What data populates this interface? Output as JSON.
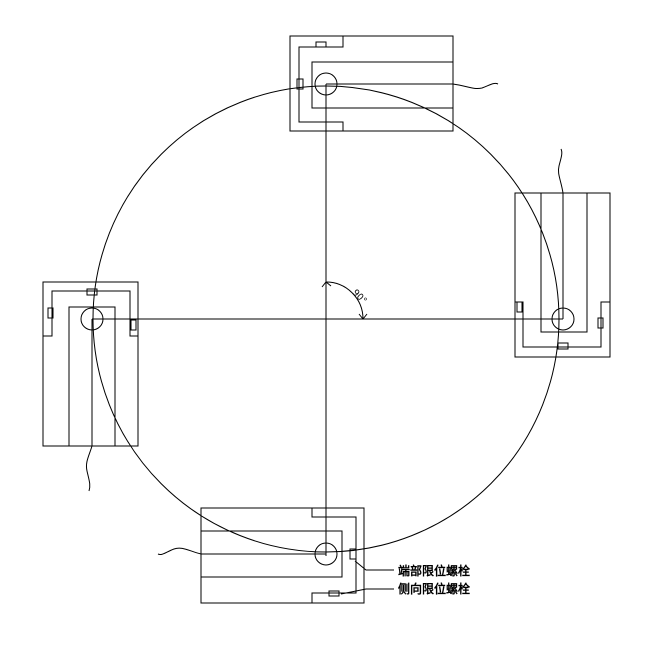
{
  "labels": {
    "end_bolt": "端部限位螺栓",
    "side_bolt": "侧向限位螺栓"
  },
  "angle_mark": "90°",
  "colors": {
    "stroke": "#000000",
    "background": "#ffffff"
  }
}
